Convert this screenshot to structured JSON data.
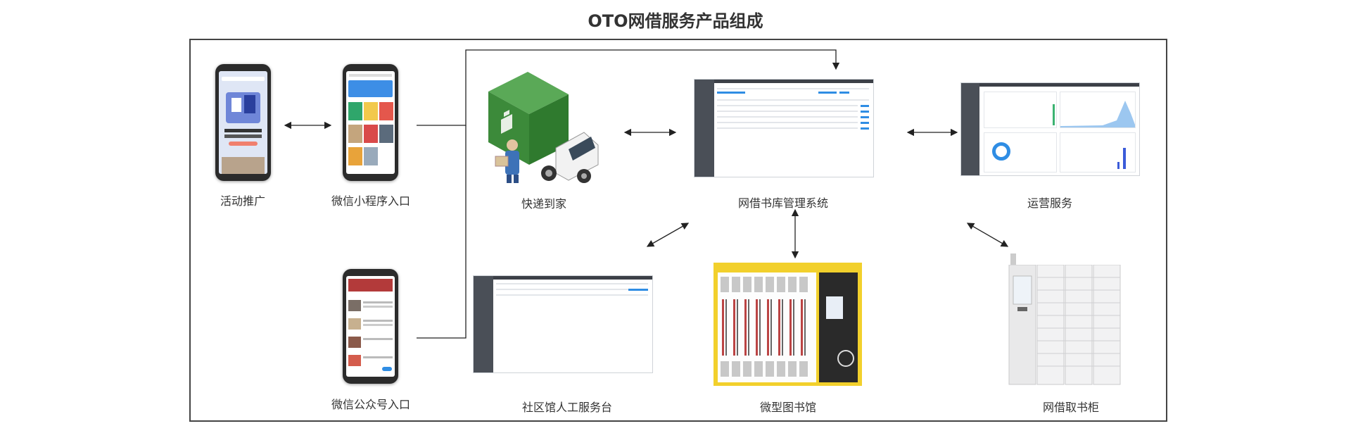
{
  "title": "OTO网借服务产品组成",
  "nodes": {
    "activity": "活动推广",
    "miniprogram": "微信小程序入口",
    "official_account": "微信公众号入口",
    "delivery": "快递到家",
    "library_system": "网借书库管理系统",
    "operations": "运营服务",
    "community_desk": "社区馆人工服务台",
    "micro_library": "微型图书馆",
    "locker": "网借取书柜"
  },
  "colors": {
    "truck_green": "#3c8a3a",
    "accent_blue": "#2f8de4",
    "kiosk_yellow": "#f2d02c",
    "sidebar_dark": "#4a4f57"
  }
}
